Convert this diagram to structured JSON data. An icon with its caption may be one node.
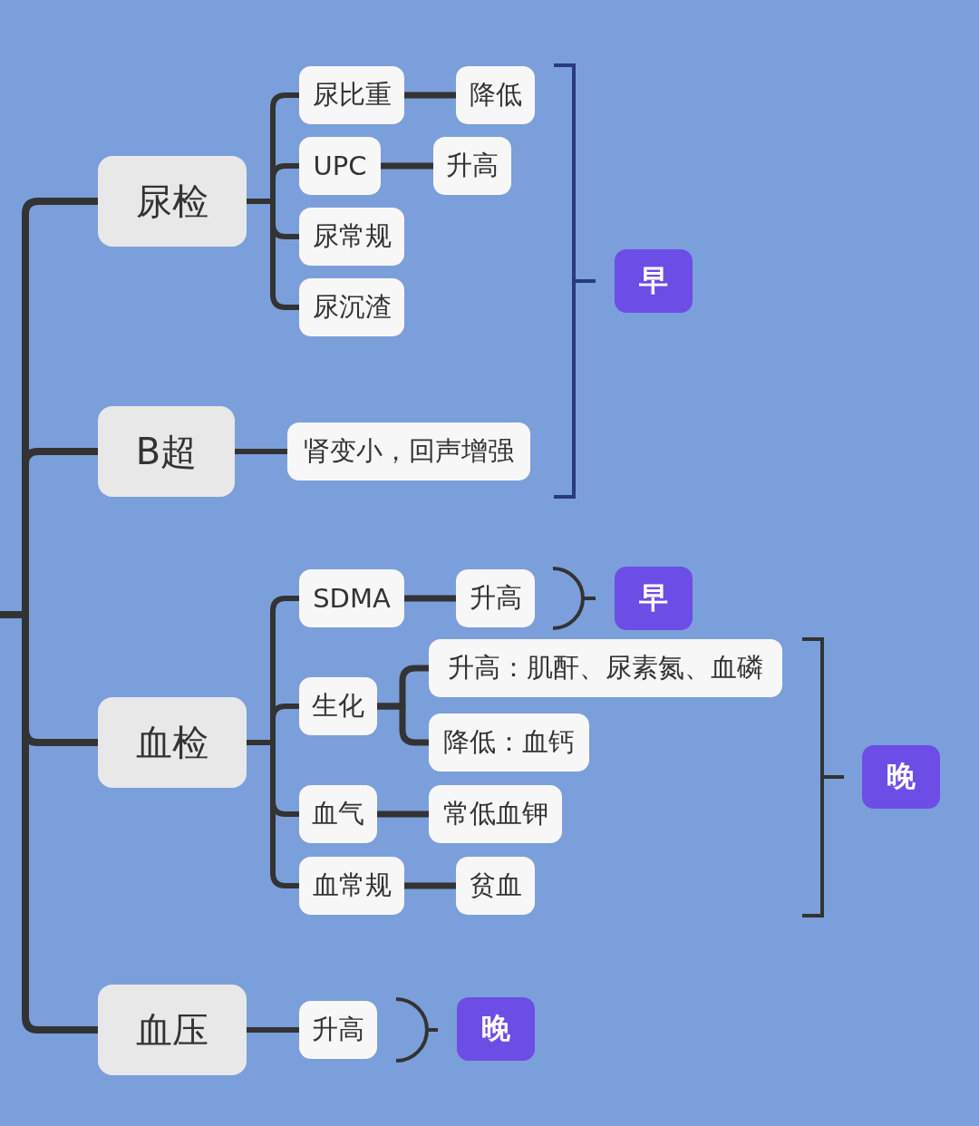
{
  "diagram": {
    "nodes": [
      {
        "text": [
          "尿检"
        ]
      },
      {
        "text": [
          "尿比重"
        ]
      },
      {
        "text": [
          "降低"
        ]
      },
      {
        "text": [
          "UPC"
        ]
      },
      {
        "text": [
          "升高"
        ]
      },
      {
        "text": [
          "尿常规"
        ]
      },
      {
        "text": [
          "尿沉渣"
        ]
      },
      {
        "text": [
          "B超"
        ]
      },
      {
        "text": [
          "肾变小，回声增强"
        ]
      },
      {
        "text": [
          "早"
        ]
      },
      {
        "text": [
          "血检"
        ]
      },
      {
        "text": [
          "SDMA"
        ]
      },
      {
        "text": [
          "升高"
        ]
      },
      {
        "text": [
          "早"
        ]
      },
      {
        "text": [
          "生化"
        ]
      },
      {
        "text": [
          "升高：肌酐、尿素氮、血磷"
        ]
      },
      {
        "text": [
          "降低：血钙"
        ]
      },
      {
        "text": [
          "血气"
        ]
      },
      {
        "text": [
          "常低血钾"
        ]
      },
      {
        "text": [
          "血常规"
        ]
      },
      {
        "text": [
          "贫血"
        ]
      },
      {
        "text": [
          "晚"
        ]
      },
      {
        "text": [
          "血压"
        ]
      },
      {
        "text": [
          "升高"
        ]
      },
      {
        "text": [
          "晚"
        ]
      }
    ],
    "edges": [
      {
        "from": null,
        "to": 0,
        "arrow": "none"
      },
      {
        "from": null,
        "to": 7,
        "arrow": "none"
      },
      {
        "from": null,
        "to": 10,
        "arrow": "none"
      },
      {
        "from": null,
        "to": 22,
        "arrow": "none"
      },
      {
        "from": 0,
        "to": 1,
        "arrow": "none"
      },
      {
        "from": 1,
        "to": 2,
        "arrow": "none"
      },
      {
        "from": 0,
        "to": 3,
        "arrow": "none"
      },
      {
        "from": 3,
        "to": 4,
        "arrow": "none"
      },
      {
        "from": 0,
        "to": 5,
        "arrow": "none"
      },
      {
        "from": 0,
        "to": 6,
        "arrow": "none"
      },
      {
        "from": 7,
        "to": 8,
        "arrow": "none"
      },
      {
        "from": 10,
        "to": 11,
        "arrow": "none"
      },
      {
        "from": 11,
        "to": 12,
        "arrow": "none"
      },
      {
        "from": 10,
        "to": 14,
        "arrow": "none"
      },
      {
        "from": 14,
        "to": 15,
        "arrow": "none"
      },
      {
        "from": 14,
        "to": 16,
        "arrow": "none"
      },
      {
        "from": 10,
        "to": 17,
        "arrow": "none"
      },
      {
        "from": 17,
        "to": 18,
        "arrow": "none"
      },
      {
        "from": 10,
        "to": 19,
        "arrow": "none"
      },
      {
        "from": 19,
        "to": 20,
        "arrow": "none"
      },
      {
        "from": 22,
        "to": 23,
        "arrow": "none"
      }
    ]
  }
}
